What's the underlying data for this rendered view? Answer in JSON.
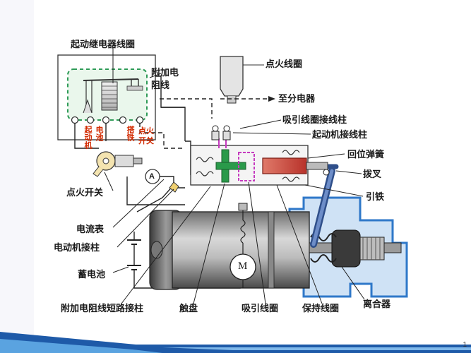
{
  "labels": {
    "relay_coil": "起动继电器线圈",
    "extra_resistor_line1": "附加电",
    "extra_resistor_line2": "阻线",
    "ignition_coil": "点火线圈",
    "to_distributor": "至分电器",
    "pull_in_terminal": "吸引线圈接线柱",
    "starter_terminal": "起动机接线柱",
    "return_spring": "回位弹簧",
    "shift_fork": "拨叉",
    "plunger": "引铁",
    "ignition_switch": "点火开关",
    "ammeter": "电流表",
    "motor_terminal": "电动机接柱",
    "battery": "蓄电池",
    "bypass_terminal": "附加电阻线短路接柱",
    "contact_disc": "触盘",
    "pull_in_coil": "吸引线圈",
    "hold_in_coil": "保持线圈",
    "clutch": "离合器",
    "term_battery": "电池",
    "term_starter": "起动机",
    "term_ignition": "点火",
    "term_switch": "开关",
    "term_ground": "搭铁",
    "motor_symbol": "M",
    "ammeter_symbol": "A"
  },
  "page_number": "1",
  "colors": {
    "accent_blue": "#1e5aa8",
    "relay_green": "#2e9b57",
    "housing_blue": "#2f78c9",
    "solenoid_red": "#d24a3c",
    "contact_green": "#2a9a4a",
    "coil_magenta": "#c53bbf",
    "label_red": "#d22a00"
  }
}
